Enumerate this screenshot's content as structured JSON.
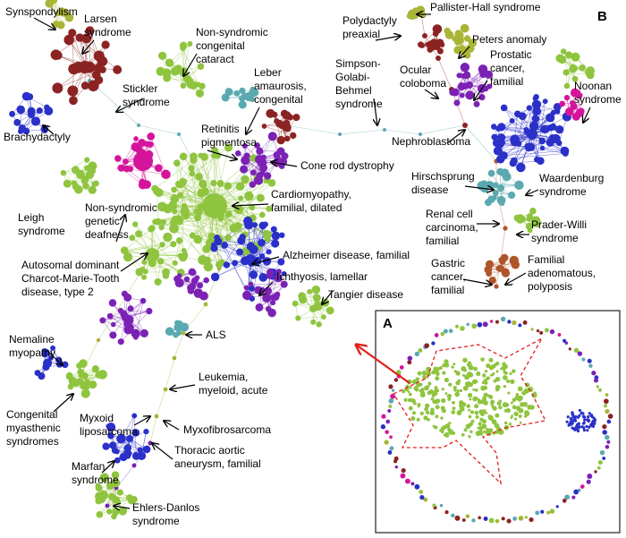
{
  "figure": {
    "panel_a": "A",
    "panel_b": "B"
  },
  "labels": {
    "synspondylism": "Synspondylism",
    "larsen": [
      "Larsen",
      "syndrome"
    ],
    "non_syndromic_cataract": [
      "Non-syndromic",
      "congenital",
      "cataract"
    ],
    "leber": [
      "Leber",
      "amaurosis,",
      "congenital"
    ],
    "simpson": [
      "Simpson-",
      "Golabi-",
      "Behmel",
      "syndrome"
    ],
    "polydactyly": [
      "Polydactyly",
      "preaxial"
    ],
    "pallister": "Pallister-Hall syndrome",
    "peters": "Peters anomaly",
    "ocular": [
      "Ocular",
      "coloboma"
    ],
    "prostatic": [
      "Prostatic",
      "cancer,",
      "familial"
    ],
    "noonan": [
      "Noonan",
      "syndrome"
    ],
    "stickler": [
      "Stickler",
      "syndrome"
    ],
    "brachydactyly": "Brachydactyly",
    "retinitis": [
      "Retinitis",
      "pigmentosa"
    ],
    "cone_rod": "Cone rod dystrophy",
    "nephroblastoma": "Nephroblastoma",
    "hirschsprung": [
      "Hirschsprung",
      "disease"
    ],
    "waardenburg": [
      "Waardenburg",
      "syndrome"
    ],
    "leigh": [
      "Leigh",
      "syndrome"
    ],
    "deafness": [
      "Non-syndromic",
      "genetic",
      "deafness"
    ],
    "cardiomyopathy": [
      "Cardiomyopathy,",
      "familial, dilated"
    ],
    "renal": [
      "Renal cell",
      "carcinoma,",
      "familial"
    ],
    "prader": [
      "Prader-Willi",
      "syndrome"
    ],
    "alzheimer": "Alzheimer disease, familial",
    "cmt": [
      "Autosomal dominant",
      "Charcot-Marie-Tooth",
      "disease, type 2"
    ],
    "ichthyosis": "Ichthyosis, lamellar",
    "tangier": "Tangier disease",
    "gastric": [
      "Gastric",
      "cancer,",
      "familial"
    ],
    "fap": [
      "Familial",
      "adenomatous,",
      "polyposis"
    ],
    "als": "ALS",
    "nemaline": [
      "Nemaline",
      "myopathy"
    ],
    "leukemia": [
      "Leukemia,",
      "myeloid, acute"
    ],
    "congenital_myasthenic": [
      "Congenital",
      "myasthenic",
      "syndromes"
    ],
    "myxoid": [
      "Myxoid",
      "liposarcoma"
    ],
    "myxofibrosarcoma": "Myxofibrosarcoma",
    "thoracic": [
      "Thoracic aortic",
      "aneurysm, familial"
    ],
    "marfan": [
      "Marfan",
      "syndrome"
    ],
    "ehlers": [
      "Ehlers-Danlos",
      "syndrome"
    ]
  },
  "colors": {
    "green": "#8fc43f",
    "dark_red": "#8b2323",
    "magenta": "#d4159b",
    "purple": "#7b22b5",
    "blue": "#2a30c8",
    "olive": "#a9b536",
    "teal": "#5aa9b0",
    "orange_brown": "#b0552a",
    "arrow": "#000000",
    "red_arrow": "#e0201c",
    "inset_outline": "#e0201c"
  }
}
